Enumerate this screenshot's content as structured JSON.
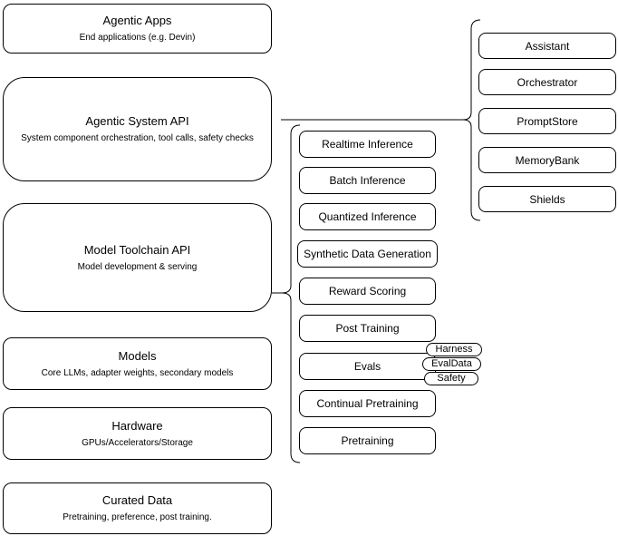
{
  "diagram": {
    "stack": [
      {
        "title": "Agentic Apps",
        "subtitle": "End applications (e.g. Devin)"
      },
      {
        "title": "Agentic System API",
        "subtitle": "System component orchestration, tool calls, safety checks"
      },
      {
        "title": "Model Toolchain API",
        "subtitle": "Model development & serving"
      },
      {
        "title": "Models",
        "subtitle": "Core LLMs, adapter weights, secondary models"
      },
      {
        "title": "Hardware",
        "subtitle": "GPUs/Accelerators/Storage"
      },
      {
        "title": "Curated Data",
        "subtitle": "Pretraining, preference, post training."
      }
    ],
    "toolchain_services": [
      "Realtime Inference",
      "Batch Inference",
      "Quantized Inference",
      "Synthetic Data Generation",
      "Reward Scoring",
      "Post Training",
      "Evals",
      "Continual Pretraining",
      "Pretraining"
    ],
    "eval_tags": [
      "Harness",
      "EvalData",
      "Safety"
    ],
    "system_components": [
      "Assistant",
      "Orchestrator",
      "PromptStore",
      "MemoryBank",
      "Shields"
    ],
    "colors": {
      "stroke": "#000000",
      "fill": "#ffffff"
    }
  }
}
